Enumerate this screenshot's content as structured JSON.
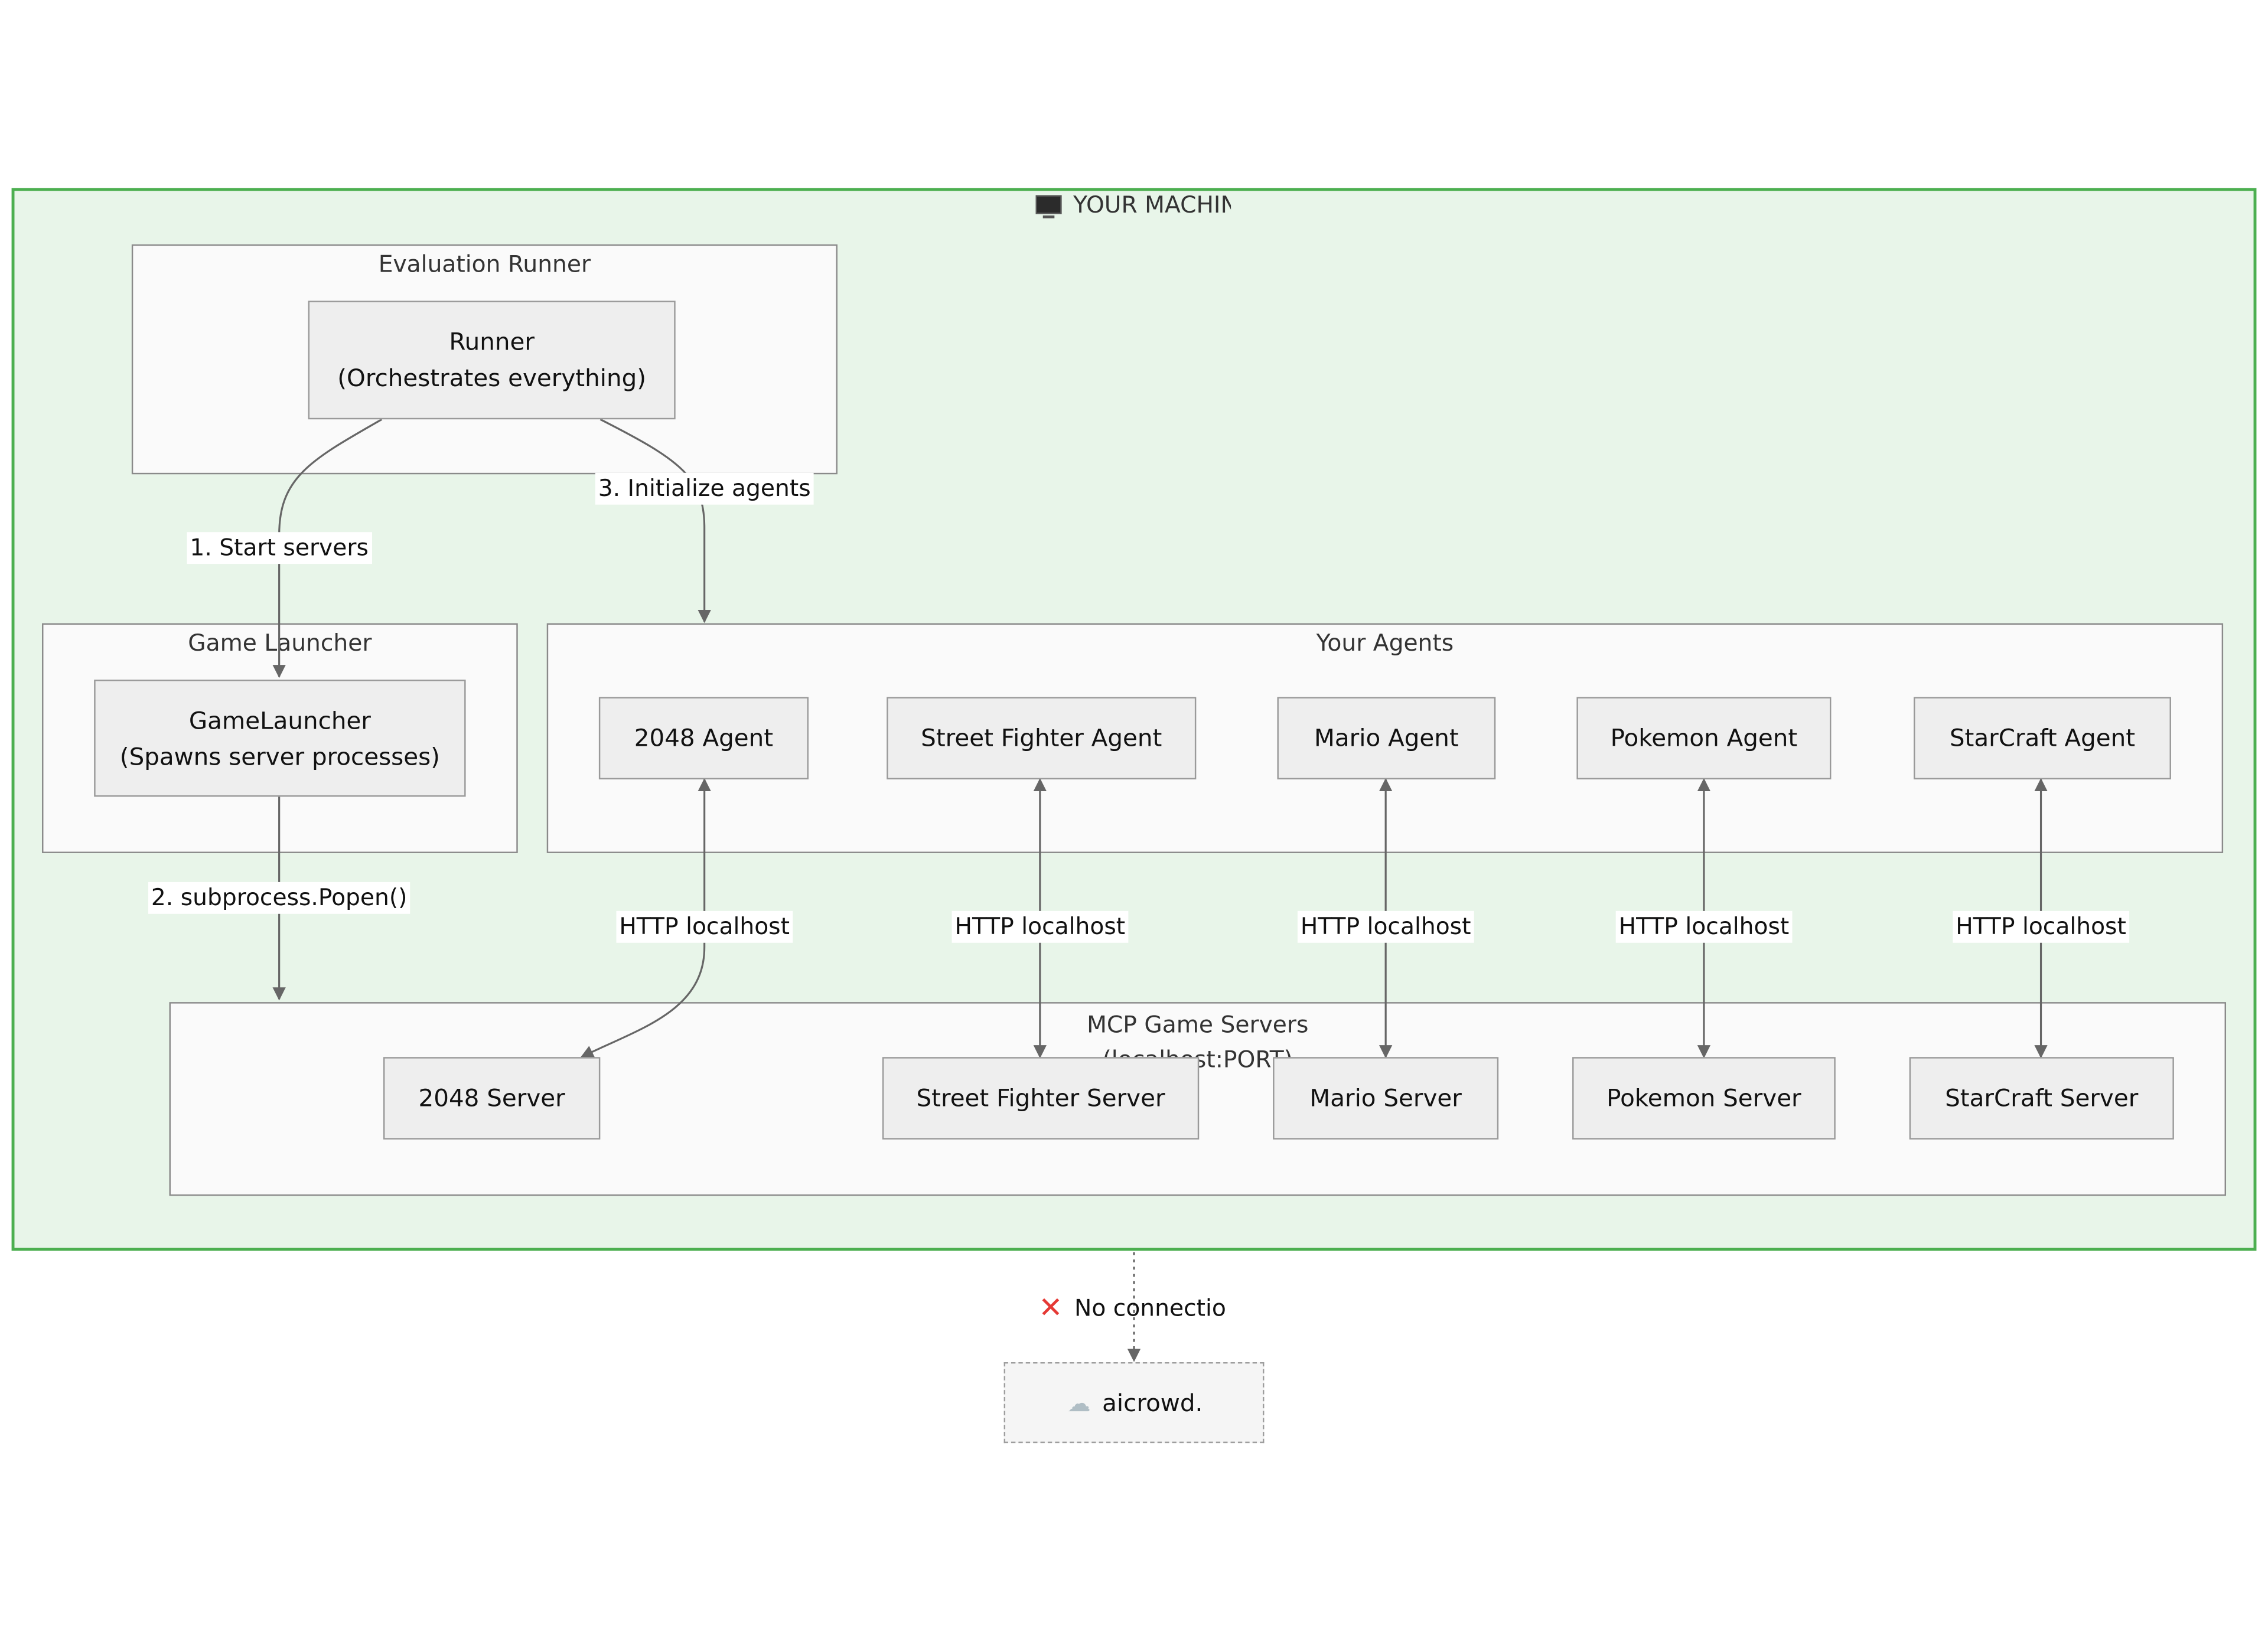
{
  "machine": {
    "title": "YOUR MACHINE",
    "icon": "monitor-icon",
    "accent": "#4caf50"
  },
  "clusters": {
    "runner": {
      "title": "Evaluation Runner"
    },
    "launcher": {
      "title": "Game Launcher"
    },
    "agents": {
      "title": "Your Agents"
    },
    "servers": {
      "title": "MCP Game Servers",
      "subtitle": "(localhost:PORT)"
    }
  },
  "nodes": {
    "runner": {
      "line1": "Runner",
      "line2": "(Orchestrates everything)"
    },
    "launcher": {
      "line1": "GameLauncher",
      "line2": "(Spawns server processes)"
    },
    "agents": [
      "2048 Agent",
      "Street Fighter Agent",
      "Mario Agent",
      "Pokemon Agent",
      "StarCraft Agent"
    ],
    "servers": [
      "2048 Server",
      "Street Fighter Server",
      "Mario Server",
      "Pokemon Server",
      "StarCraft Server"
    ],
    "cloud": {
      "label": "aicrowd.com",
      "icon": "cloud-icon"
    }
  },
  "edges": {
    "start_servers": "1. Start servers",
    "popen": "2. subprocess.Popen()",
    "init_agents": "3. Initialize agents",
    "http": "HTTP localhost",
    "no_connection": "No connection"
  }
}
